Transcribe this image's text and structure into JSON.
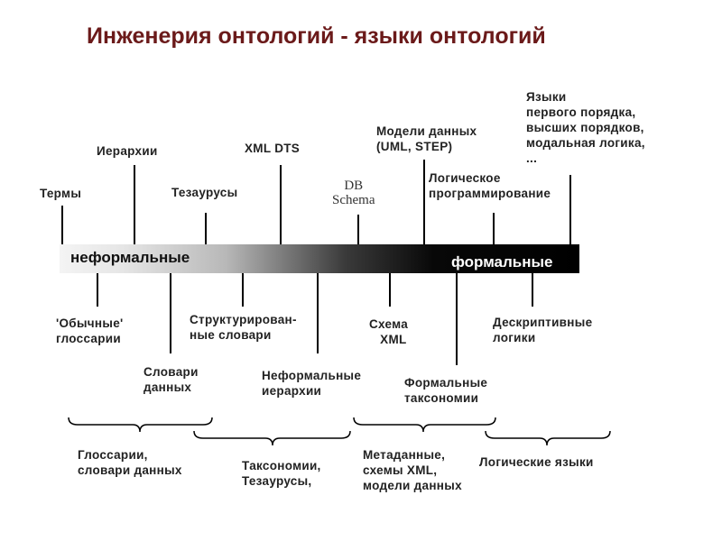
{
  "title": "Инженерия онтологий - языки онтологий",
  "bar": {
    "left_label": "неформальные",
    "right_label": "формальные"
  },
  "top_labels": [
    "Термы",
    "Иерархии",
    "Тезаурусы",
    "XML DTS",
    "DB\nSchema",
    "Модели данных\n(UML, STEP)",
    "Логическое\nпрограммирование",
    "Языки\nпервого порядка,\nвысших порядков,\nмодальная логика,\n..."
  ],
  "bottom_labels": [
    "'Обычные'\nглоссарии",
    "Словари\nданных",
    "Структурирован-\nные словари",
    "Неформальные\nиерархии",
    "Схема\n   XML",
    "Формальные\nтаксономии",
    "Дескриптивные\nлогики"
  ],
  "groups": [
    "Глоссарии,\nсловари данных",
    "Таксономии,\nТезаурусы,",
    "Метаданные,\nсхемы XML,\nмодели данных",
    "Логические языки"
  ]
}
